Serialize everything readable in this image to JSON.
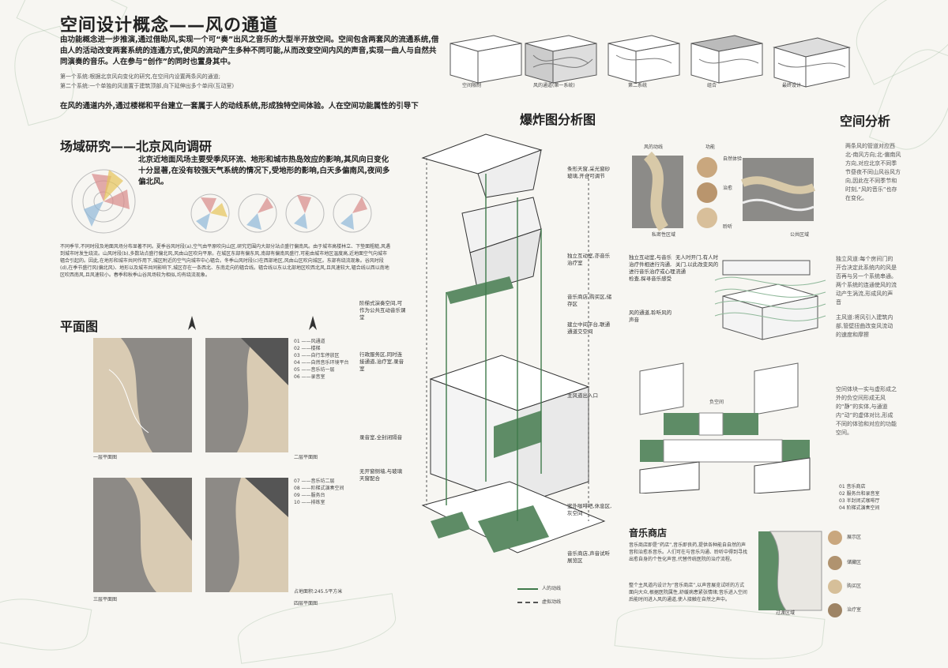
{
  "title": "空间设计概念——风の通道",
  "intro": "由功能概念进一步推演,通过借助风,实现一个可“奏”出风之音乐的大型半开放空间。空间包含两套风的流通系统,借由人的活动改变两套系统的连通方式,使风的流动产生多种不同可能,从而改变空间内风的声音,实现一曲人与自然共同演奏的音乐。人在参与“创作”的同时也置身其中。",
  "system1": "第一个系统:根据北京风向变化的研究,在空间内设置两条风的通道;",
  "system2": "第二个系统:一个单独的风道置于建筑顶部,向下延伸出多个单间(互动室)",
  "intro2": "在风的通道内外,通过楼梯和平台建立一套属于人的动线系统,形成独特空间体验。人在空间功能属性的引导下",
  "concept_labels": [
    "空间限制",
    "风的通道(第一系统)",
    "第二系统",
    "组合",
    "最终设计"
  ],
  "site": {
    "heading": "场域研究——北京风向调研",
    "text": "北京近地面风场主要受季风环流、地形和城市热岛效应的影响,其风向日变化十分显著,在没有较强天气系统的情况下,受地形的影响,白天多偏南风,夜间多偏北风。",
    "detail": "不同季节,不同时段及地面风场分布显著不同。夏季谷风时段(a),空气由平原吹向山区,研究范围内大部分站点盛行偏南风。由于城市高楼林立、下垫面粗糙,风遇到城市时发生绕流。山风时段(b),多数站点盛行偏北风,风由山区吹向平原。在城区东部有偏东风,南部有偏南风盛行,可能由城市地区温度高,近地面空气向城市辐合引起的。因此,在地形和城市共同作用下,城区附近的空气向城市中心辐合。冬季山风时段(c)在西部地区,风由山区吹向城区。东部有绕流现象。谷风时段(d),在季节盛行风(偏北风)、地形以及城市共同影响下,城区存在一条西北、东南走向的辐合线。辐合线以东以北部地区吹西北风,且风速较大,辐合线以西以南地区吹西南风,且风速较小。春季和秋季山谷风场较为相似,均有绕流现象。"
  },
  "plan": {
    "heading": "平面图",
    "legend1": [
      "01 ——风通道",
      "02 ——楼梯",
      "03 ——自行车停放区",
      "04 ——自然音乐环境平台",
      "05 ——音乐坊一层",
      "06 ——录音室"
    ],
    "legend2": [
      "07 ——音乐坊二层",
      "08 ——阶梯式演奏空间",
      "09 ——服务台",
      "10 ——排练室"
    ],
    "floor_labels": [
      "一层平面图",
      "二层平面图",
      "三层平面图",
      "四层平面图"
    ],
    "area_note": "占地面积:245.5平方米"
  },
  "explode": {
    "heading": "爆炸图分析图",
    "callouts_left": [
      "阶梯式演奏空间,可作为公共互动音乐课堂",
      "行政服务区,同时连接通道,治疗室,录音室",
      "录音室,全封闭隔音",
      "无开窗侧墙,与玻璃天窗配合"
    ],
    "callouts_right": [
      "条形天窗,采光窗砂玻璃,开合可调节",
      "独立互动室,亦音乐治疗室",
      "音乐商店,购买区,储存区",
      "建立中间平台,联通通道交空间",
      "主风道出入口",
      "室外咖啡吧,休息区,灰空间",
      "音乐商店,声音试听展览区"
    ],
    "legend": [
      "人的动线",
      "虚拟动线"
    ]
  },
  "analysis": {
    "heading": "空间分析",
    "wind_label": "风的动线",
    "func_label": "功能",
    "private": "私密性区域",
    "public": "公共区域",
    "func_items": [
      "自然体验",
      "治愈",
      "聆听"
    ],
    "func_note": "风的通道,聆听风的声音",
    "note1": "独立互动室,与音乐治疗件相进行沟通,进行音乐治疗或心理检查,探寻音乐感受",
    "note2": "无人时开门,有人时关门,以此改变风的流通",
    "text1": "两条风的管道对应西北-南风方向;北-偏南风方向,对应北京不同季节昼夜不同山风谷风方向,因此在不同季节和时刻,“风的音乐”也存在变化。",
    "text2": "独立风道:每个房间门的开合决定此系统内的风是否再与另一个系统串通。两个系统的连通使风的流动产生涡流,形成风的声音",
    "text3": "主风道:将风引入建筑内部,管壁扭曲改变风流动的速度和摩擦",
    "text4": "空间体块一实与虚形成之外的负空间形成无风的“静”的实体,与通道内“动”的虚体对比,形成不同的体验和对应的功能空间。",
    "negative": "负空间",
    "legend": [
      "01 音乐商店",
      "02 服务台和录音室",
      "03 半封闭式咖啡厅",
      "04 阶梯式演奏空间"
    ]
  },
  "shop": {
    "heading": "音乐商店",
    "text": "音乐商店即是“药店”,音乐即良药,提供各种能自自然的声音和治愈系音乐。人们可在与音乐沟通、聆听中得到寻找出愈自身的个性化声音,代替传统医院的治疗流程。",
    "text2": "整个主风道内设计为“音乐商店”,以声音展览试听的方式面向大众,根据医院属性,舒缓病患紧张情绪;音乐进入空间后能时间进入风的通道,使人接触在自然之声中。",
    "zone": "过渡区域",
    "tags": [
      "展示区",
      "储藏区",
      "购买区",
      "治疗室"
    ]
  }
}
